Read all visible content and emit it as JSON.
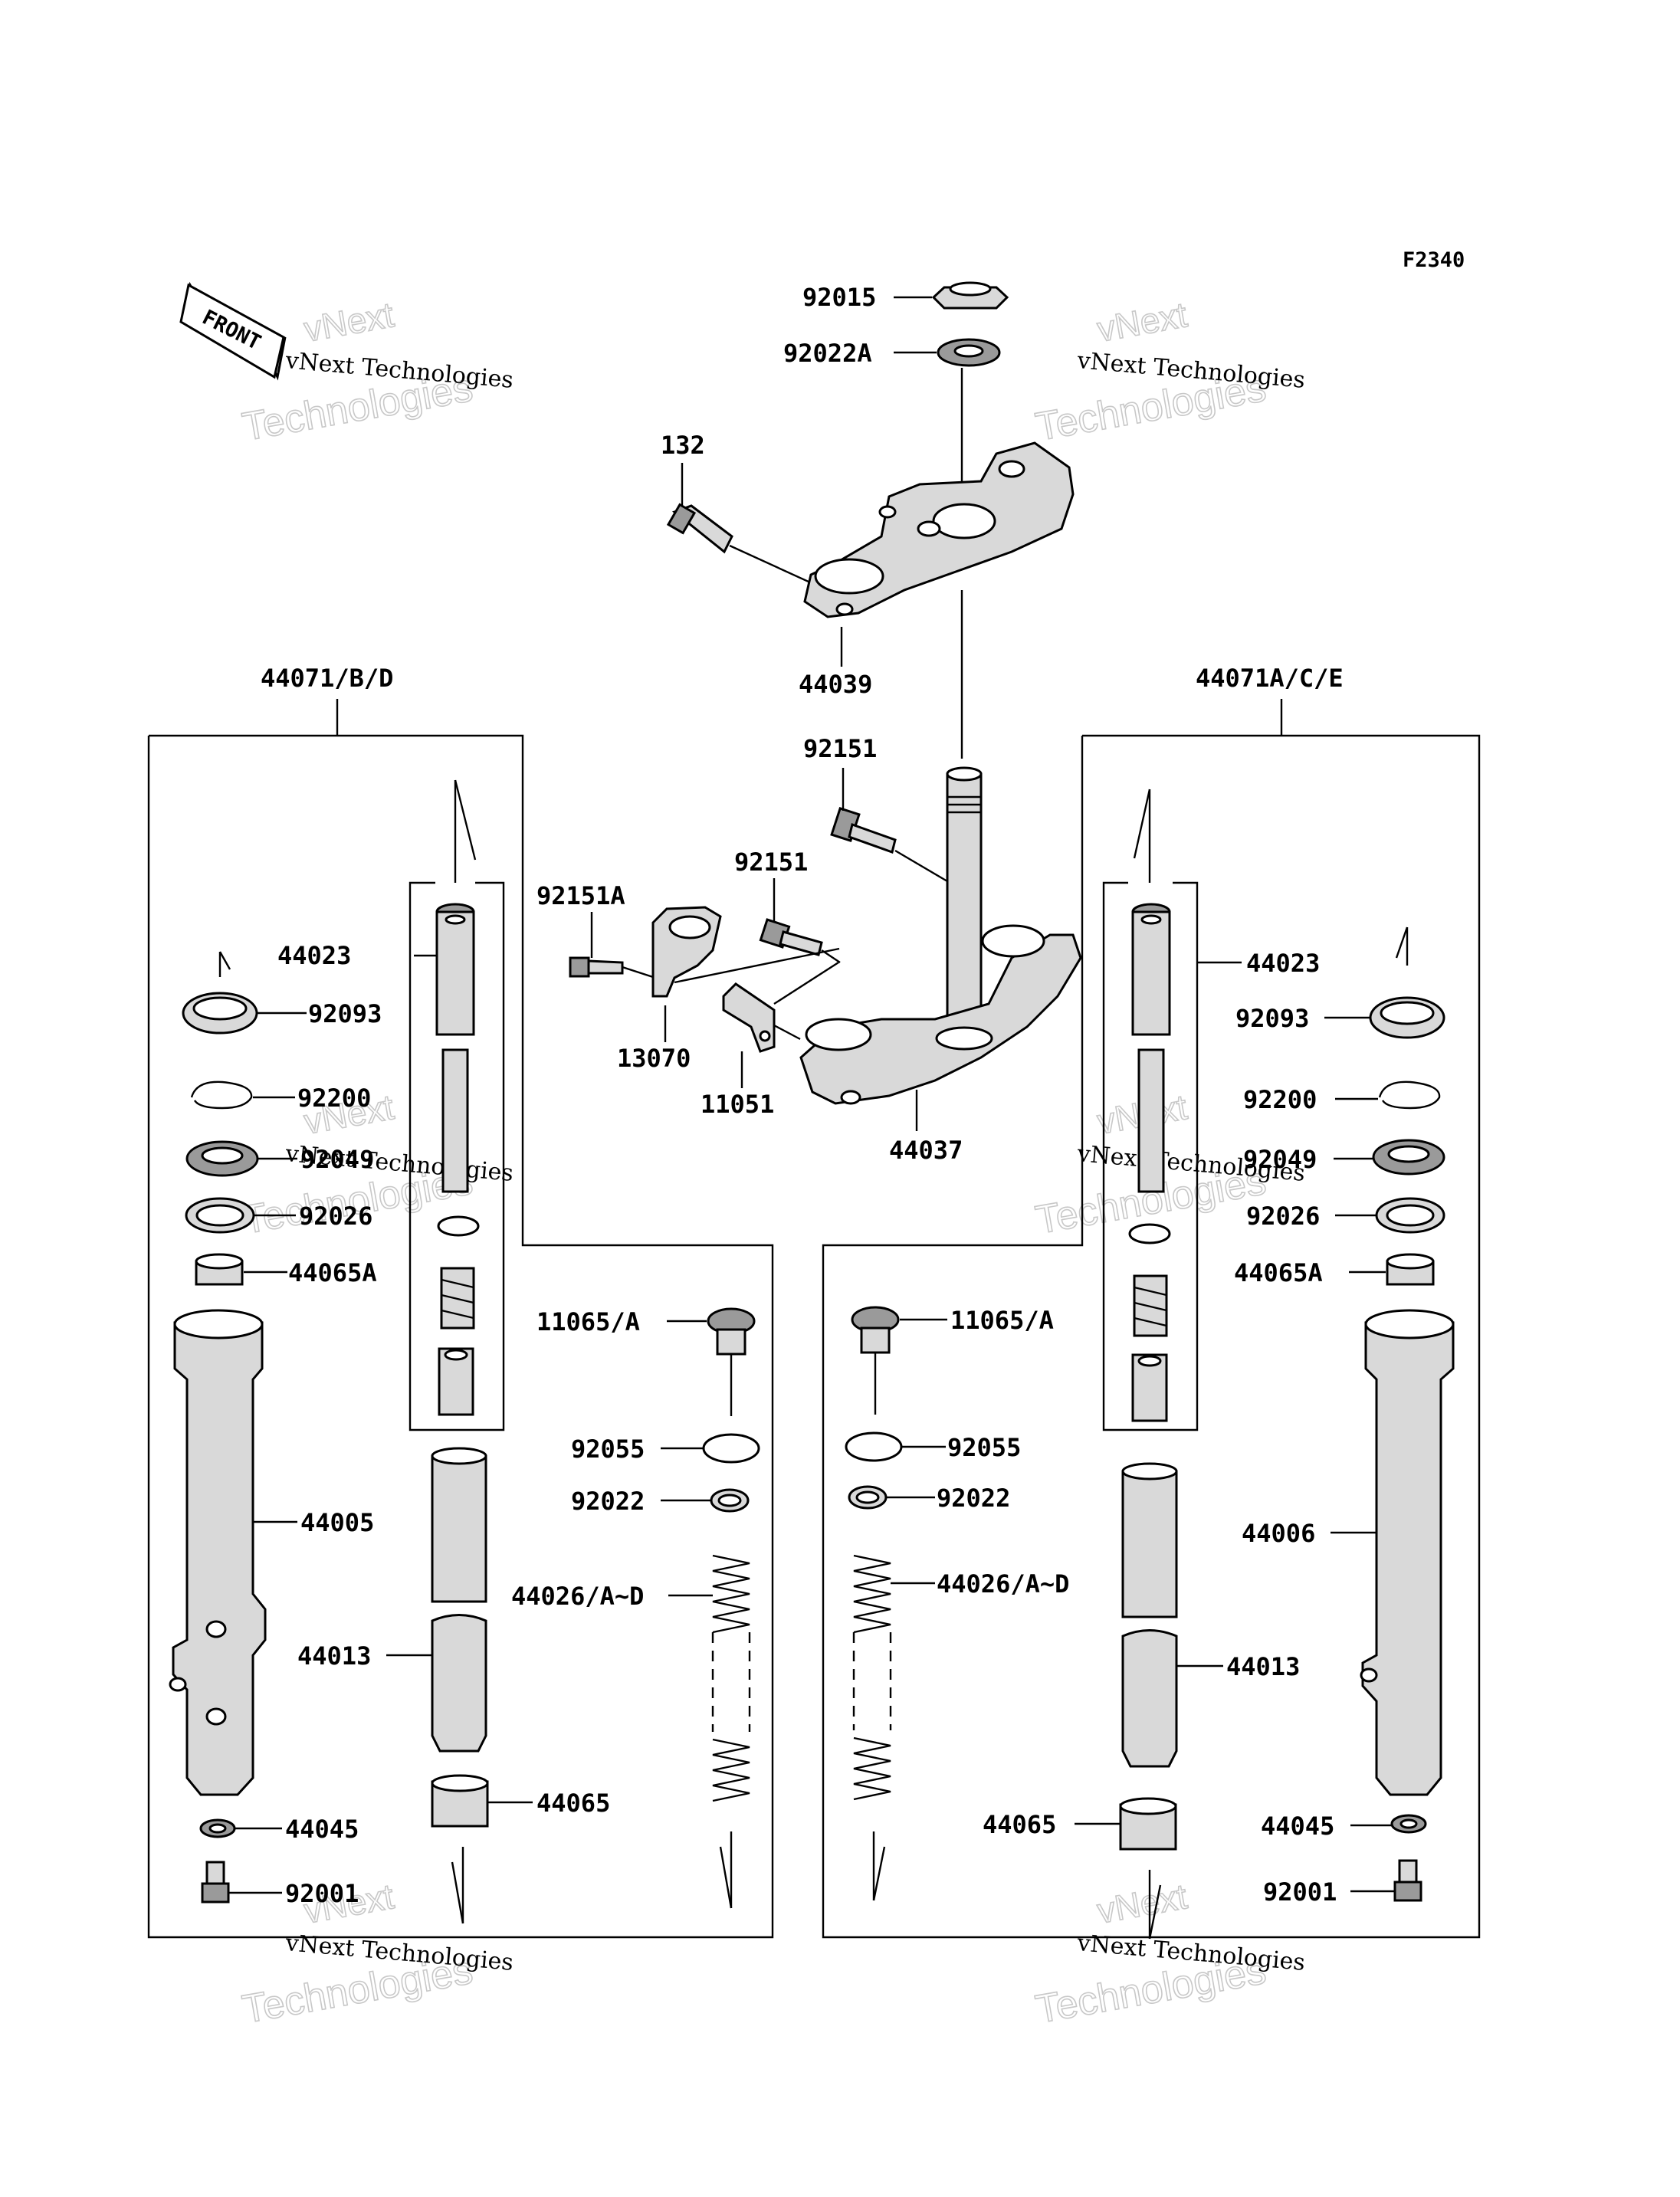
{
  "diagram_code": "F2340",
  "front_label": "FRONT",
  "watermark": {
    "line1": "vNext Technologies",
    "line2": "Technologies",
    "line3": "vNext"
  },
  "parts": {
    "top_nut": "92015",
    "top_washer": "92022A",
    "upper_bolt": "132",
    "upper_bracket": "44039",
    "stem_bolt": "92151",
    "clamp_bolt": "92151",
    "bolt_a": "92151A",
    "guide": "13070",
    "plate": "11051",
    "stem_head": "44037",
    "left_assembly": "44071/B/D",
    "right_assembly": "44071A/C/E",
    "left_inner_tube": "44023",
    "right_inner_tube": "44023",
    "left_dust_seal": "92093",
    "right_dust_seal": "92093",
    "left_circlip": "92200",
    "right_circlip": "92200",
    "left_oil_seal": "92049",
    "right_oil_seal": "92049",
    "left_washer": "92026",
    "right_washer": "92026",
    "left_bushing": "44065A",
    "right_bushing": "44065A",
    "left_outer_tube": "44005",
    "right_outer_tube": "44006",
    "left_cylinder": "44013",
    "right_cylinder": "44013",
    "left_guide_bush": "44065",
    "right_guide_bush": "44065",
    "left_gasket": "44045",
    "right_gasket": "44045",
    "left_drain_bolt": "92001",
    "right_drain_bolt": "92001",
    "left_cap_bolt": "11065/A",
    "right_cap_bolt": "11065/A",
    "left_oring": "92055",
    "right_oring": "92055",
    "left_ring_washer": "92022",
    "right_ring_washer": "92022",
    "left_spring": "44026/A~D",
    "right_spring": "44026/A~D"
  }
}
